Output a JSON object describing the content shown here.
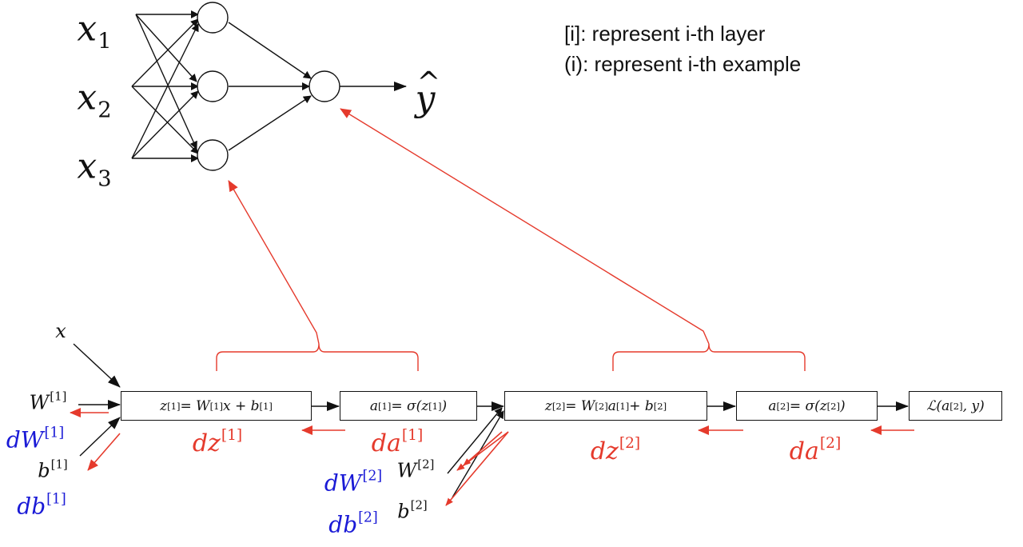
{
  "legend": {
    "layer": "[i]: represent i-th layer",
    "example": "(i): represent i-th example"
  },
  "network": {
    "inputs": [
      {
        "base": "x",
        "sub": "1"
      },
      {
        "base": "x",
        "sub": "2"
      },
      {
        "base": "x",
        "sub": "3"
      }
    ],
    "output": "y"
  },
  "forward": {
    "x": "x",
    "w1": {
      "base": "W",
      "sup": "[1]"
    },
    "b1": {
      "base": "b",
      "sup": "[1]"
    },
    "w2": {
      "base": "W",
      "sup": "[2]"
    },
    "b2": {
      "base": "b",
      "sup": "[2]"
    }
  },
  "boxes": {
    "z1": "z⁽¹⁾ = W⁽¹⁾ x + b⁽¹⁾",
    "a1": "a⁽¹⁾ = σ(z⁽¹⁾)",
    "z2": "z⁽²⁾ = W⁽²⁾ a⁽¹⁾ + b⁽²⁾",
    "a2": "a⁽²⁾ = σ(z⁽²⁾)",
    "loss": "ℒ(a⁽²⁾, y)"
  },
  "box_parts": {
    "z1": {
      "l": "z",
      "s": "[1]",
      "eq": " = W",
      "s2": "[1]",
      "r": "x + b",
      "s3": "[1]"
    },
    "a1": {
      "l": "a",
      "s": "[1]",
      "eq": " = σ(z",
      "s2": "[1]",
      "r": ")"
    },
    "z2": {
      "l": "z",
      "s": "[2]",
      "eq": " = W",
      "s2": "[2]",
      "r": "a",
      "s3": "[1]",
      "r2": " + b",
      "s4": "[2]"
    },
    "a2": {
      "l": "a",
      "s": "[2]",
      "eq": " = σ(z",
      "s2": "[2]",
      "r": ")"
    },
    "loss": {
      "l": "ℒ(a",
      "s": "[2]",
      "r": ", y)"
    }
  },
  "backward": {
    "dW1": {
      "base": "dW",
      "sup": "[1]"
    },
    "db1": {
      "base": "db",
      "sup": "[1]"
    },
    "dz1": {
      "base": "dz",
      "sup": "[1]"
    },
    "da1": {
      "base": "da",
      "sup": "[1]"
    },
    "dW2": {
      "base": "dW",
      "sup": "[2]"
    },
    "db2": {
      "base": "db",
      "sup": "[2]"
    },
    "dz2": {
      "base": "dz",
      "sup": "[2]"
    },
    "da2": {
      "base": "da",
      "sup": "[2]"
    }
  },
  "colors": {
    "forward": "#111111",
    "backward": "#e53a2c",
    "gradient_params": "#1a1ad6"
  }
}
